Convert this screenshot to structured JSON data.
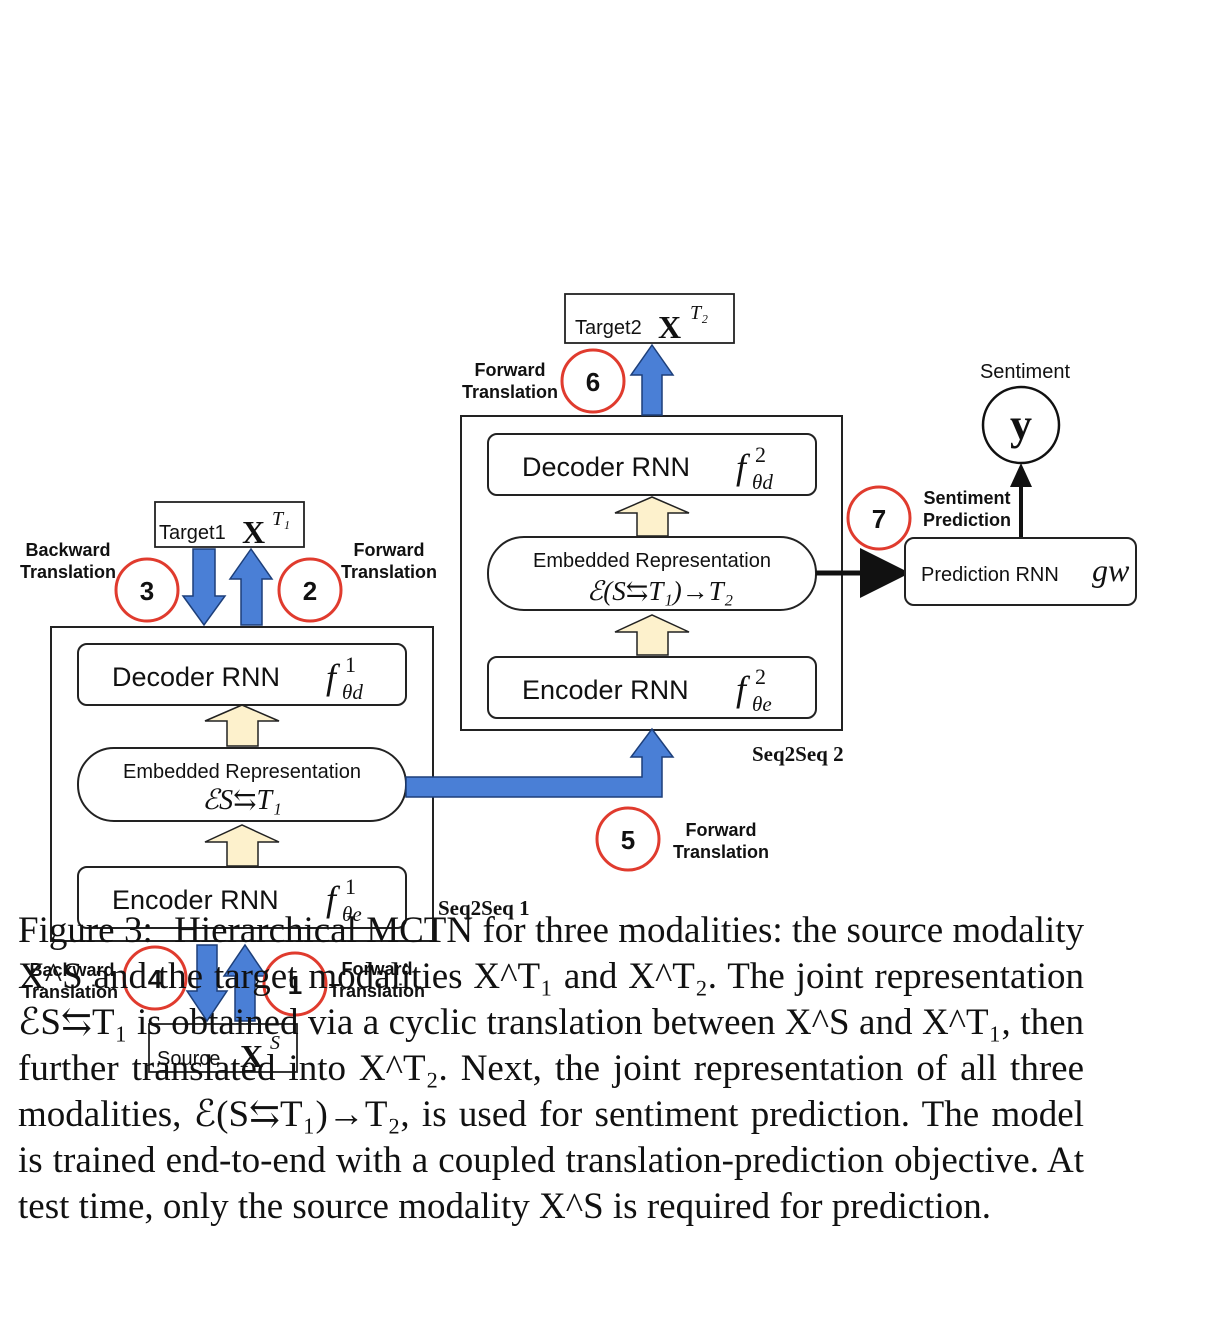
{
  "seq1": {
    "label": "Seq2Seq 1",
    "decoder": {
      "label": "Decoder RNN",
      "fn": "f",
      "sup": "1",
      "sub": "θd"
    },
    "embedded": {
      "label": "Embedded Representation",
      "symbol": "ℰS⇆T₁"
    },
    "encoder": {
      "label": "Encoder RNN",
      "fn": "f",
      "sup": "1",
      "sub": "θe"
    }
  },
  "seq2": {
    "label": "Seq2Seq 2",
    "decoder": {
      "label": "Decoder RNN",
      "fn": "f",
      "sup": "2",
      "sub": "θd"
    },
    "embedded": {
      "label": "Embedded Representation",
      "symbol": "ℰ(S⇆T₁)→T₂"
    },
    "encoder": {
      "label": "Encoder RNN",
      "fn": "f",
      "sup": "2",
      "sub": "θe"
    }
  },
  "source": {
    "label": "Source",
    "var": "X",
    "sup": "S"
  },
  "target1": {
    "label": "Target1",
    "var": "X",
    "sup": "T₁"
  },
  "target2": {
    "label": "Target2",
    "var": "X",
    "sup": "T₂"
  },
  "prediction": {
    "label": "Prediction RNN",
    "fn": "gw"
  },
  "sentiment": {
    "label": "Sentiment",
    "symbol": "y"
  },
  "steps": [
    {
      "num": "1",
      "line1": "Forward",
      "line2": "Translation"
    },
    {
      "num": "2",
      "line1": "Forward",
      "line2": "Translation"
    },
    {
      "num": "3",
      "line1": "Backward",
      "line2": "Translation"
    },
    {
      "num": "4",
      "line1": "Backward",
      "line2": "Translation"
    },
    {
      "num": "5",
      "line1": "Forward",
      "line2": "Translation"
    },
    {
      "num": "6",
      "line1": "Forward",
      "line2": "Translation"
    },
    {
      "num": "7",
      "line1": "Sentiment",
      "line2": "Prediction"
    }
  ],
  "caption": {
    "label": "Figure 3:",
    "text": "Hierarchical MCTN for three modalities: the source modality X^S and the target modalities X^T₁ and X^T₂. The joint representation ℰS⇆T₁ is obtained via a cyclic translation between X^S and X^T₁, then further translated into X^T₂. Next, the joint representation of all three modalities, ℰ(S⇆T₁)→T₂, is used for sentiment prediction. The model is trained end-to-end with a coupled translation-prediction objective. At test time, only the source modality X^S is required for prediction."
  },
  "colors": {
    "arrow_blue": "#4a7fd6",
    "arrow_cream": "#fdf1cc",
    "circle_red": "#e03b2e",
    "line": "#222222"
  }
}
